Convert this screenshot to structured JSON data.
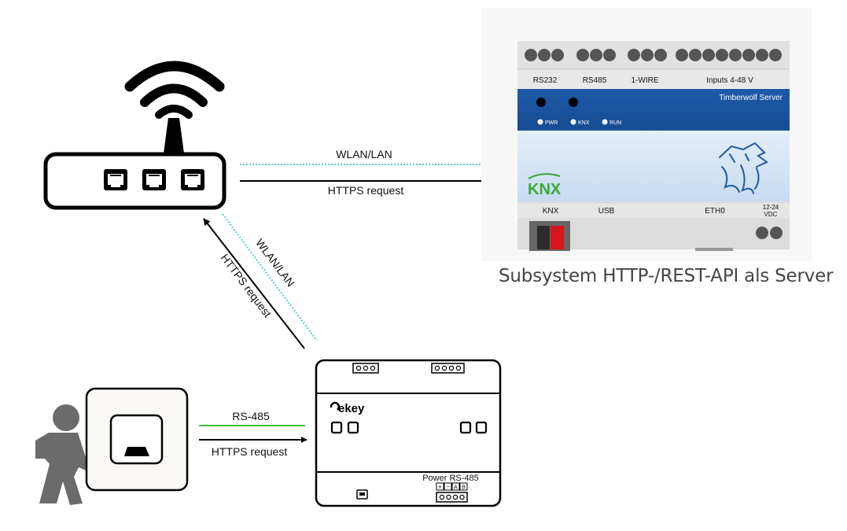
{
  "diagram": {
    "caption": "Subsystem HTTP-/REST-API als Server",
    "links": {
      "router_server": {
        "medium": "WLAN/LAN",
        "protocol": "HTTPS request"
      },
      "ekey_router": {
        "medium": "WLAN/LAN",
        "protocol": "HTTPS request"
      },
      "reader_ekey": {
        "medium": "RS-485",
        "protocol": "HTTPS request"
      }
    },
    "server": {
      "name": "Timberwolf Server",
      "top_ports": {
        "rs232": "RS232",
        "rs485": "RS485",
        "one_wire": "1-WIRE",
        "inputs": "Inputs 4-48 V"
      },
      "leds": {
        "pwr": "PWR",
        "knx": "KNX",
        "run": "RUN"
      },
      "logo": "KNX",
      "bottom_ports": {
        "knx": "KNX",
        "usb": "USB",
        "eth": "ETH0",
        "power_top": "12-24",
        "power_bottom": "VDC"
      }
    },
    "ekey_unit": {
      "brand": "ekey",
      "power_label": "Power RS-485",
      "terminal_marks": [
        "+",
        "−",
        "A",
        "B"
      ]
    }
  },
  "colors": {
    "wlan_link": "#5bc8d8",
    "rs485_link": "#3cc43c",
    "server_blue": "#1f5aa6",
    "knx_red": "#d8141c",
    "knx_green": "#3aa935",
    "person": "#6b6b6b"
  }
}
